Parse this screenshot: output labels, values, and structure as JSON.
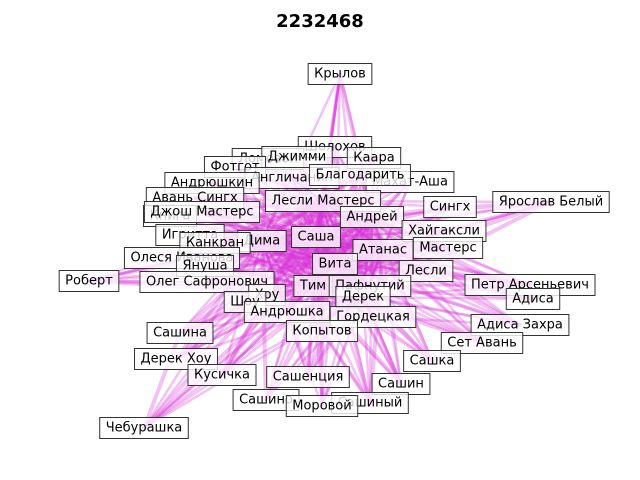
{
  "title": "2232468",
  "edge_color": "#d633d6",
  "node_box_fill": "#ffffff",
  "node_box_stroke": "#333333",
  "nodes": [
    {
      "id": "krylov",
      "label": "Крылов"
    },
    {
      "id": "sholokhov",
      "label": "Шолохов"
    },
    {
      "id": "lomovoy",
      "label": "Ломовой"
    },
    {
      "id": "dzhimmi",
      "label": "Джимми"
    },
    {
      "id": "kaara",
      "label": "Каара"
    },
    {
      "id": "fotgott",
      "label": "Фотгот"
    },
    {
      "id": "anglichanin",
      "label": "Англичанин"
    },
    {
      "id": "mahat",
      "label": "Махат-Аша"
    },
    {
      "id": "andryushkin",
      "label": "Андрюшкин"
    },
    {
      "id": "blagodarit",
      "label": "Благодарить"
    },
    {
      "id": "avan_singh",
      "label": "Авань Сингх"
    },
    {
      "id": "lesli_masters",
      "label": "Лесли Мастерс"
    },
    {
      "id": "singh",
      "label": "Сингх"
    },
    {
      "id": "yaroslav",
      "label": "Ярослав Белый"
    },
    {
      "id": "kniga",
      "label": "Книга"
    },
    {
      "id": "dzhosh",
      "label": "Джош Мастерс"
    },
    {
      "id": "andrey",
      "label": "Андрей"
    },
    {
      "id": "igritta",
      "label": "Игритта"
    },
    {
      "id": "khaygaksli",
      "label": "Хайгаксли"
    },
    {
      "id": "sasha",
      "label": "Саша"
    },
    {
      "id": "dima",
      "label": "Дима"
    },
    {
      "id": "kankran",
      "label": "Канкран"
    },
    {
      "id": "atanas",
      "label": "Атанас"
    },
    {
      "id": "masters",
      "label": "Мастерс"
    },
    {
      "id": "olesya",
      "label": "Олеся Иванова"
    },
    {
      "id": "vita",
      "label": "Вита"
    },
    {
      "id": "yanusha",
      "label": "Януша"
    },
    {
      "id": "lesli",
      "label": "Лесли"
    },
    {
      "id": "robert",
      "label": "Роберт"
    },
    {
      "id": "oleg",
      "label": "Олег Сафронович"
    },
    {
      "id": "petr",
      "label": "Петр Арсеньевич"
    },
    {
      "id": "tim",
      "label": "Тим"
    },
    {
      "id": "pafnutiy",
      "label": "Пафнутий"
    },
    {
      "id": "khou",
      "label": "Хоу"
    },
    {
      "id": "adisa",
      "label": "Адиса"
    },
    {
      "id": "derek",
      "label": "Дерек"
    },
    {
      "id": "shou",
      "label": "Шоу"
    },
    {
      "id": "andryushka",
      "label": "Андрюшка"
    },
    {
      "id": "gordetskaya",
      "label": "Гордецкая"
    },
    {
      "id": "adisa_zakhra",
      "label": "Адиса Захра"
    },
    {
      "id": "sashina",
      "label": "Сашина"
    },
    {
      "id": "kopytov",
      "label": "Копытов"
    },
    {
      "id": "set_avan",
      "label": "Сет Авань"
    },
    {
      "id": "derek_khou",
      "label": "Дерек Хоу"
    },
    {
      "id": "sashka",
      "label": "Сашка"
    },
    {
      "id": "kusichka",
      "label": "Кусичка"
    },
    {
      "id": "sashentsiya",
      "label": "Сашенция"
    },
    {
      "id": "sashin",
      "label": "Сашин"
    },
    {
      "id": "sashino",
      "label": "Сашино"
    },
    {
      "id": "sashinyy",
      "label": "Сашиный"
    },
    {
      "id": "morovoy",
      "label": "Моровой"
    },
    {
      "id": "cheburashka",
      "label": "Чебурашка"
    }
  ]
}
